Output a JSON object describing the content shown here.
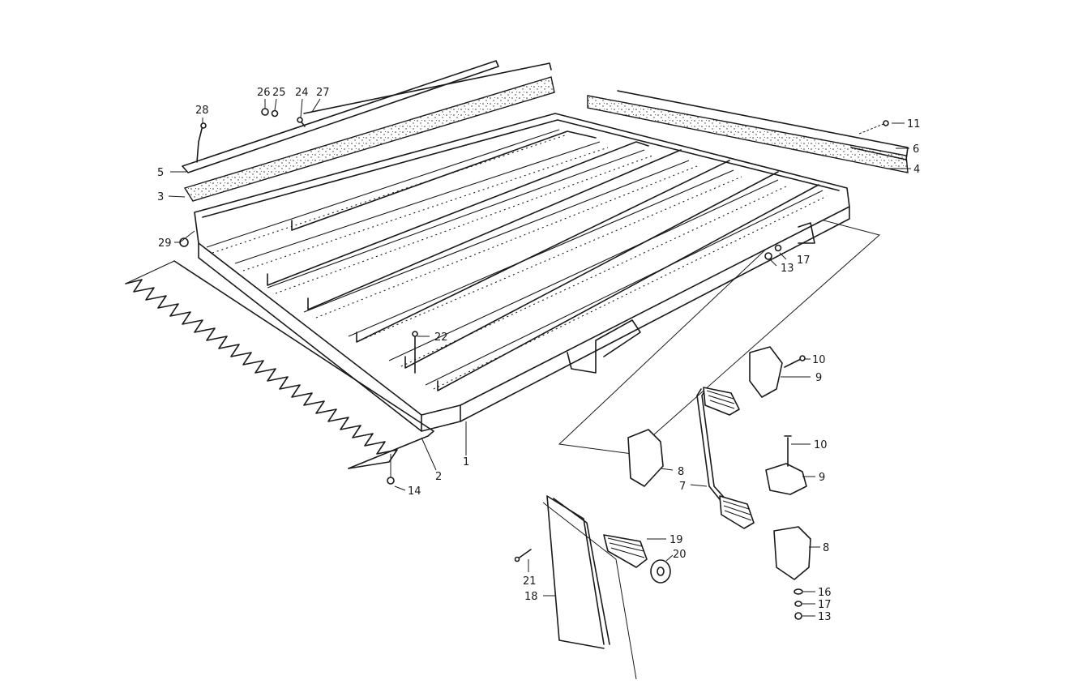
{
  "callouts": [
    {
      "id": "c28",
      "label": "28"
    },
    {
      "id": "c26",
      "label": "26"
    },
    {
      "id": "c25",
      "label": "25"
    },
    {
      "id": "c24",
      "label": "24"
    },
    {
      "id": "c27",
      "label": "27"
    },
    {
      "id": "c5",
      "label": "5"
    },
    {
      "id": "c3",
      "label": "3"
    },
    {
      "id": "c29",
      "label": "29"
    },
    {
      "id": "c11",
      "label": "11"
    },
    {
      "id": "c6",
      "label": "6"
    },
    {
      "id": "c4",
      "label": "4"
    },
    {
      "id": "c17a",
      "label": "17"
    },
    {
      "id": "c13a",
      "label": "13"
    },
    {
      "id": "c22",
      "label": "22"
    },
    {
      "id": "c10a",
      "label": "10"
    },
    {
      "id": "c9a",
      "label": "9"
    },
    {
      "id": "c10b",
      "label": "10"
    },
    {
      "id": "c9b",
      "label": "9"
    },
    {
      "id": "c8a",
      "label": "8"
    },
    {
      "id": "c7",
      "label": "7"
    },
    {
      "id": "c8b",
      "label": "8"
    },
    {
      "id": "c2",
      "label": "2"
    },
    {
      "id": "c1",
      "label": "1"
    },
    {
      "id": "c14",
      "label": "14"
    },
    {
      "id": "c19",
      "label": "19"
    },
    {
      "id": "c20",
      "label": "20"
    },
    {
      "id": "c21",
      "label": "21"
    },
    {
      "id": "c18",
      "label": "18"
    },
    {
      "id": "c16",
      "label": "16"
    },
    {
      "id": "c17b",
      "label": "17"
    },
    {
      "id": "c13b",
      "label": "13"
    }
  ]
}
